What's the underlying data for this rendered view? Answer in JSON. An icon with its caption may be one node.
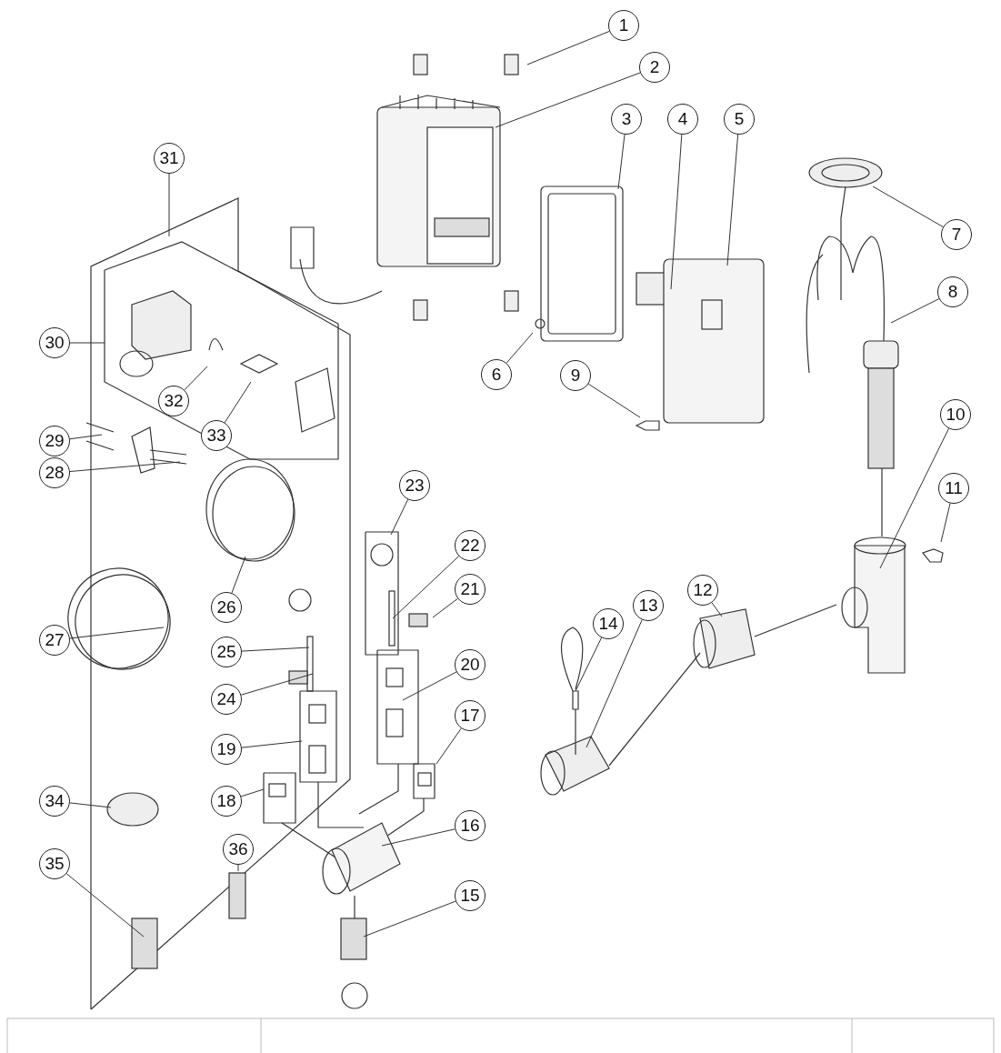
{
  "diagram": {
    "nodes": [
      {
        "text": [
          "1"
        ]
      },
      {
        "text": [
          "2"
        ]
      },
      {
        "text": [
          "3"
        ]
      },
      {
        "text": [
          "4"
        ]
      },
      {
        "text": [
          "5"
        ]
      },
      {
        "text": [
          "6"
        ]
      },
      {
        "text": [
          "7"
        ]
      },
      {
        "text": [
          "8"
        ]
      },
      {
        "text": [
          "9"
        ]
      },
      {
        "text": [
          "10"
        ]
      },
      {
        "text": [
          "11"
        ]
      },
      {
        "text": [
          "12"
        ]
      },
      {
        "text": [
          "13"
        ]
      },
      {
        "text": [
          "14"
        ]
      },
      {
        "text": [
          "15"
        ]
      },
      {
        "text": [
          "16"
        ]
      },
      {
        "text": [
          "17"
        ]
      },
      {
        "text": [
          "18"
        ]
      },
      {
        "text": [
          "19"
        ]
      },
      {
        "text": [
          "20"
        ]
      },
      {
        "text": [
          "21"
        ]
      },
      {
        "text": [
          "22"
        ]
      },
      {
        "text": [
          "23"
        ]
      },
      {
        "text": [
          "24"
        ]
      },
      {
        "text": [
          "25"
        ]
      },
      {
        "text": [
          "26"
        ]
      },
      {
        "text": [
          "27"
        ]
      },
      {
        "text": [
          "28"
        ]
      },
      {
        "text": [
          "29"
        ]
      },
      {
        "text": [
          "30"
        ]
      },
      {
        "text": [
          "31"
        ]
      },
      {
        "text": [
          "32"
        ]
      },
      {
        "text": [
          "33"
        ]
      },
      {
        "text": [
          "34"
        ]
      },
      {
        "text": [
          "35"
        ]
      },
      {
        "text": [
          "36"
        ]
      }
    ],
    "edges": [
      {
        "from": 0,
        "to": null,
        "arrow": "none"
      },
      {
        "from": 1,
        "to": null,
        "arrow": "none"
      },
      {
        "from": 2,
        "to": null,
        "arrow": "none"
      },
      {
        "from": 3,
        "to": null,
        "arrow": "none"
      },
      {
        "from": 4,
        "to": null,
        "arrow": "none"
      },
      {
        "from": 5,
        "to": null,
        "arrow": "none"
      },
      {
        "from": 6,
        "to": null,
        "arrow": "none"
      },
      {
        "from": 7,
        "to": null,
        "arrow": "none"
      },
      {
        "from": 8,
        "to": null,
        "arrow": "none"
      },
      {
        "from": 9,
        "to": null,
        "arrow": "none"
      },
      {
        "from": 10,
        "to": null,
        "arrow": "none"
      },
      {
        "from": 11,
        "to": null,
        "arrow": "none"
      },
      {
        "from": 12,
        "to": null,
        "arrow": "none"
      },
      {
        "from": 13,
        "to": null,
        "arrow": "none"
      },
      {
        "from": 14,
        "to": null,
        "arrow": "none"
      },
      {
        "from": 15,
        "to": null,
        "arrow": "none"
      },
      {
        "from": 16,
        "to": null,
        "arrow": "none"
      },
      {
        "from": 17,
        "to": null,
        "arrow": "none"
      },
      {
        "from": 18,
        "to": null,
        "arrow": "none"
      },
      {
        "from": 19,
        "to": null,
        "arrow": "none"
      },
      {
        "from": 20,
        "to": null,
        "arrow": "none"
      },
      {
        "from": 21,
        "to": null,
        "arrow": "none"
      },
      {
        "from": 22,
        "to": null,
        "arrow": "none"
      },
      {
        "from": 23,
        "to": null,
        "arrow": "none"
      },
      {
        "from": 24,
        "to": null,
        "arrow": "none"
      },
      {
        "from": 25,
        "to": null,
        "arrow": "none"
      },
      {
        "from": 26,
        "to": null,
        "arrow": "none"
      },
      {
        "from": 27,
        "to": null,
        "arrow": "none"
      },
      {
        "from": 28,
        "to": null,
        "arrow": "none"
      },
      {
        "from": 29,
        "to": null,
        "arrow": "none"
      },
      {
        "from": 30,
        "to": null,
        "arrow": "none"
      },
      {
        "from": 31,
        "to": null,
        "arrow": "none"
      },
      {
        "from": 32,
        "to": null,
        "arrow": "none"
      },
      {
        "from": 33,
        "to": null,
        "arrow": "none"
      },
      {
        "from": 34,
        "to": null,
        "arrow": "none"
      },
      {
        "from": 35,
        "to": null,
        "arrow": "none"
      }
    ]
  }
}
